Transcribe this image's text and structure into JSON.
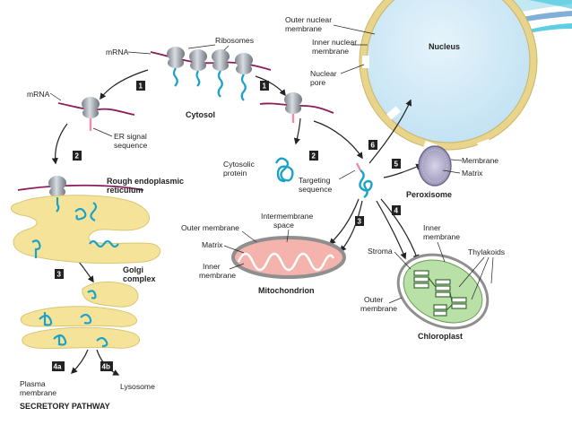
{
  "colors": {
    "background": "#ffffff",
    "accent_cyan": "#36c3dc",
    "accent_blue": "#4a8ec6",
    "mrna": "#8c1c5c",
    "protein": "#1aa3c8",
    "signal": "#f08ca8",
    "er_golgi": "#f5e39a",
    "mito": "#f4b3ac",
    "chloro": "#b9e0a6",
    "nucleus": "#d5ecf8",
    "step_box": "#222222"
  },
  "labels": {
    "outer_nuclear_membrane": [
      "Outer nuclear",
      "membrane"
    ],
    "inner_nuclear_membrane": [
      "Inner nuclear",
      "membrane"
    ],
    "nuclear_pore": [
      "Nuclear",
      "pore"
    ],
    "nucleus": "Nucleus",
    "mrna_top": "mRNA",
    "ribosomes": "Ribosomes",
    "mrna_left": "mRNA",
    "cytosol": "Cytosol",
    "er_signal_sequence": [
      "ER signal",
      "sequence"
    ],
    "rough_er": [
      "Rough endoplasmic",
      "reticulum"
    ],
    "cytosolic_protein": [
      "Cytosolic",
      "protein"
    ],
    "targeting_sequence": [
      "Targeting",
      "sequence"
    ],
    "membrane": "Membrane",
    "matrix_perox": "Matrix",
    "peroxisome": "Peroxisome",
    "intermembrane_space": [
      "Intermembrane",
      "space"
    ],
    "outer_membrane_mito": "Outer membrane",
    "matrix_mito": "Matrix",
    "inner_membrane_mito": [
      "Inner",
      "membrane"
    ],
    "mitochondrion": "Mitochondrion",
    "inner_membrane_chloro": [
      "Inner",
      "membrane"
    ],
    "thylakoids": "Thylakoids",
    "stroma": "Stroma",
    "outer_membrane_chloro": [
      "Outer",
      "membrane"
    ],
    "chloroplast": "Chloroplast",
    "golgi_complex": [
      "Golgi",
      "complex"
    ],
    "plasma_membrane": [
      "Plasma",
      "membrane"
    ],
    "lysosome": "Lysosome",
    "secretory_pathway": "SECRETORY PATHWAY"
  },
  "steps": {
    "s1_left": "1",
    "s1_right": "1",
    "s2_left": "2",
    "s2_right": "2",
    "s3_left": "3",
    "s3_right": "3",
    "s4_right": "4",
    "s5": "5",
    "s6": "6",
    "s4a": "4a",
    "s4b": "4b"
  }
}
